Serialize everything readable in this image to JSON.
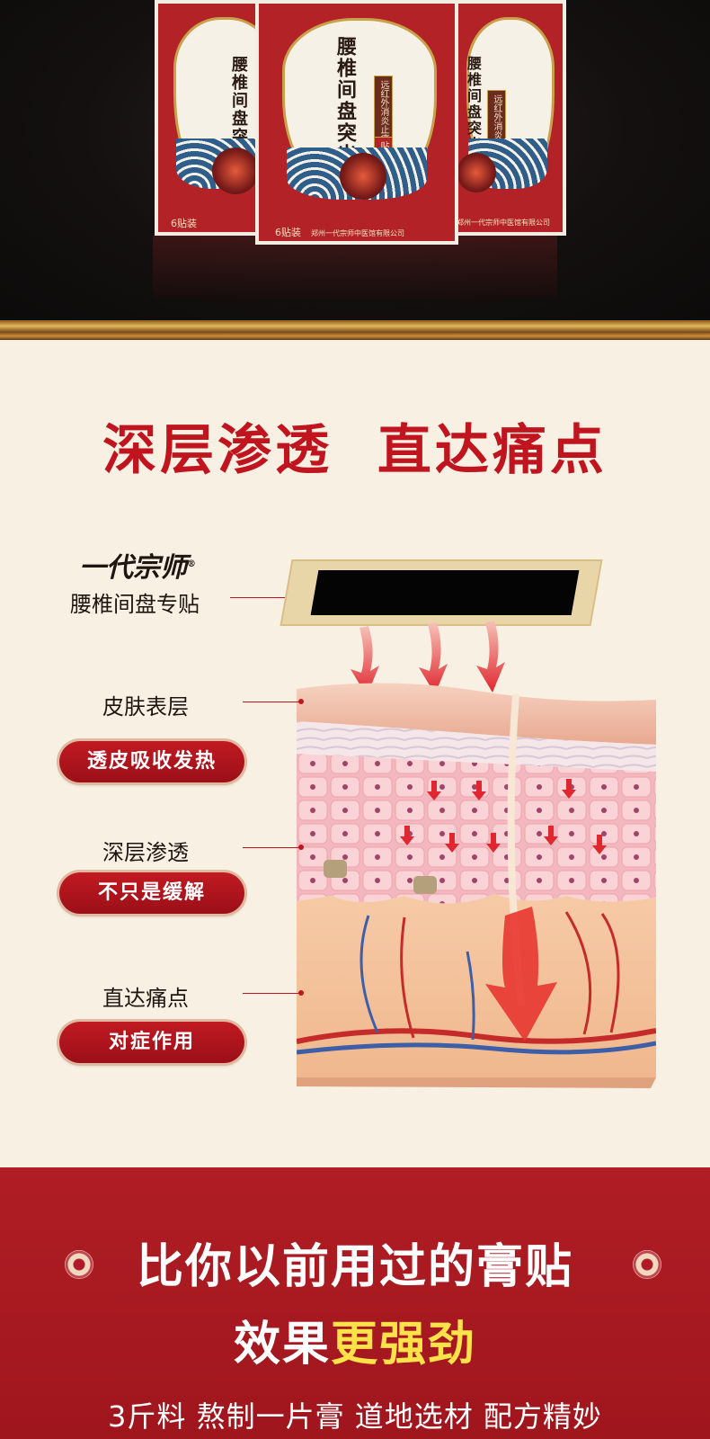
{
  "product_boxes": {
    "title_lines": [
      "腰椎",
      "间盘",
      "突出"
    ],
    "side_tag": "远红外消炎止痛",
    "tag_char": "贴",
    "pack_count": "6贴装",
    "manufacturer": "郑州一代宗师中医馆有限公司",
    "colors": {
      "box_red": "#b22227",
      "gold": "#c8a24a",
      "wave_blue": "#2f5e8a"
    }
  },
  "headline": "深层渗透  直达痛点",
  "brand": {
    "logo_text": "一代宗师",
    "registered": "®",
    "product_name": "腰椎间盘专贴"
  },
  "layers": [
    {
      "label": "皮肤表层",
      "pill": "透皮吸收发热"
    },
    {
      "label": "深层渗透",
      "pill": "不只是缓解"
    },
    {
      "label": "直达痛点",
      "pill": "对症作用"
    }
  ],
  "bottom": {
    "line1": "比你以前用过的膏贴",
    "line2_prefix": "效果",
    "line2_highlight": "更强劲",
    "line3": "3斤料 熬制一片膏 道地选材 配方精妙"
  },
  "colors": {
    "accent_red": "#c0151f",
    "cream": "#f8f1e3",
    "highlight_yellow": "#ffe24a",
    "dark_bg": "#141010"
  }
}
